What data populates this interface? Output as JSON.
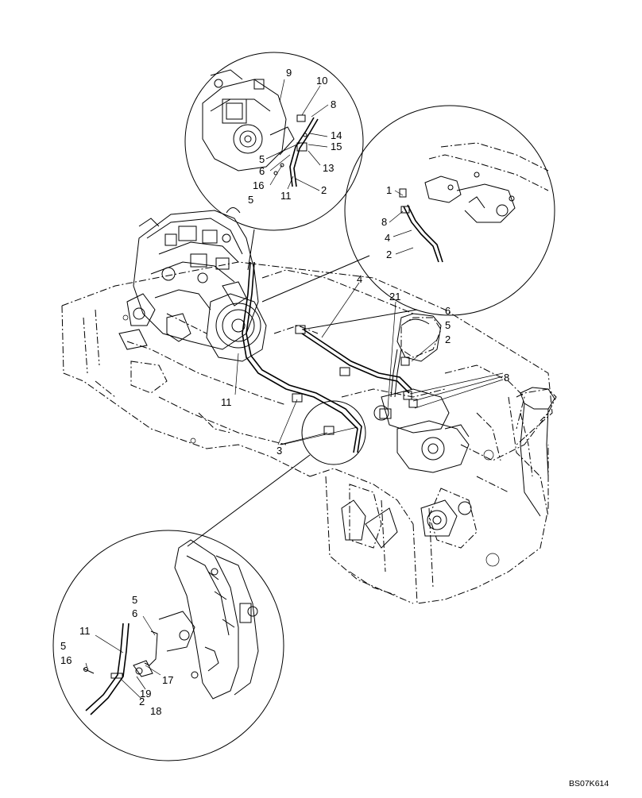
{
  "drawing_code": "BS07K614",
  "callouts": {
    "top_detail": [
      "9",
      "10",
      "8",
      "14",
      "15",
      "13",
      "5",
      "6",
      "16",
      "5",
      "11",
      "2"
    ],
    "right_detail": [
      "1",
      "8",
      "4",
      "2"
    ],
    "main": [
      "4",
      "21",
      "6",
      "5",
      "2",
      "8",
      "11",
      "3"
    ],
    "bottom_detail": [
      "5",
      "6",
      "11",
      "5",
      "16",
      "17",
      "19",
      "2",
      "18"
    ]
  }
}
